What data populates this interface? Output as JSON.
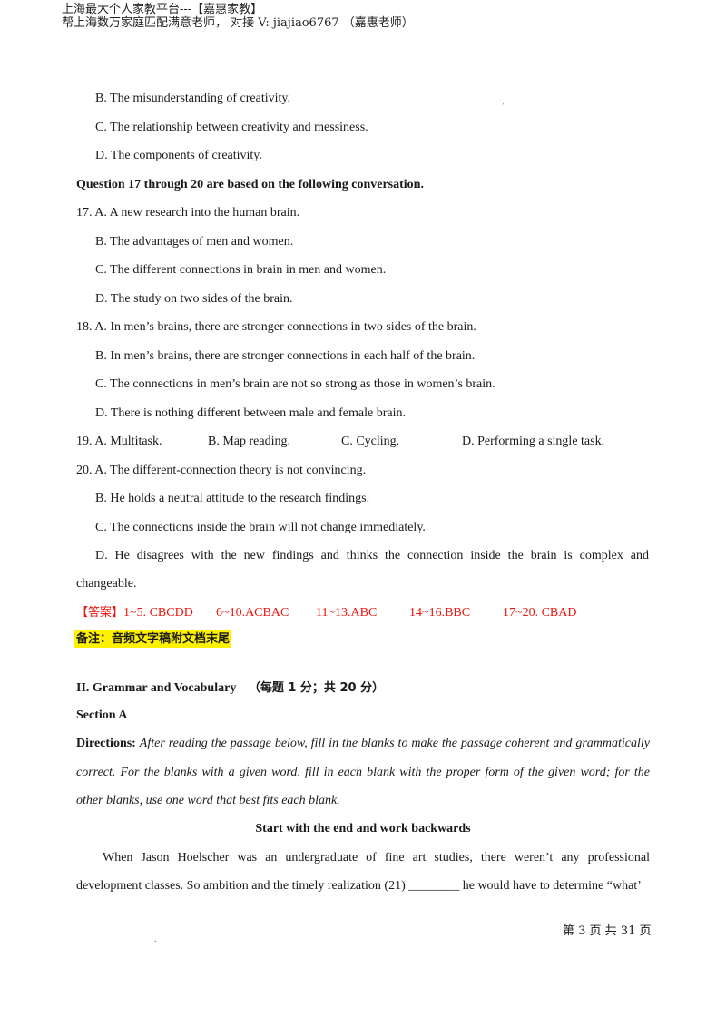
{
  "header": {
    "line1": "上海最大个人家教平台---【嘉惠家教】",
    "line2": "帮上海数万家庭匹配满意老师， 对接 V: jiajiao6767 （嘉惠老师）"
  },
  "q16": {
    "b": "B. The misunderstanding of creativity.",
    "c": "C. The relationship between creativity and messiness.",
    "d": "D. The components of creativity."
  },
  "q17_20_intro": "Question 17 through 20 are based on the following conversation.",
  "q17": {
    "a": "17. A. A new research into the human brain.",
    "b": "B. The advantages of men and women.",
    "c": "C. The different connections in brain in men and women.",
    "d": "D. The study on two sides of the brain."
  },
  "q18": {
    "a": "18. A. In men’s brains, there are stronger connections in two sides of the brain.",
    "b": "B. In men’s brains, there are stronger connections in each half of the brain.",
    "c": "C. The connections in men’s brain are not so strong as those in women’s brain.",
    "d": "D. There is nothing different between male and female brain."
  },
  "q19": {
    "a": "19. A. Multitask.",
    "b": "B. Map reading.",
    "c": "C. Cycling.",
    "d": "D. Performing a single task."
  },
  "q20": {
    "a": "20. A. The different-connection theory is not convincing.",
    "b": "B. He holds a neutral attitude to the research findings.",
    "c": "C. The connections inside the brain will not change immediately.",
    "d1": "D. He disagrees with the new findings and thinks the connection inside the brain is complex and",
    "d2": "changeable."
  },
  "answers": {
    "label": "【答案】",
    "g1": "1~5. CBCDD",
    "g2": "6~10.ACBAC",
    "g3": "11~13.ABC",
    "g4": "14~16.BBC",
    "g5": "17~20. CBAD"
  },
  "note": "备注：音频文字稿附文档末尾",
  "section2": {
    "title": "II. Grammar and Vocabulary",
    "points": "（每题 1 分；共 20 分）",
    "section_a": "Section A",
    "directions_label": "Directions:",
    "directions_1": "After reading the passage below, fill in the blanks to make the passage coherent and grammatically",
    "directions_2": "correct. For the blanks with a given word, fill in each blank with the proper form of the given word; for the",
    "directions_3": "other blanks, use one word that best fits each blank.",
    "passage_title": "Start with the end and work backwards",
    "passage_1": "When Jason Hoelscher was an undergraduate of fine art studies, there weren’t any professional",
    "passage_2": "development classes. So ambition and the timely realization (21) ________ he would have to determine “what’"
  },
  "footer": "第 3 页 共 31 页"
}
